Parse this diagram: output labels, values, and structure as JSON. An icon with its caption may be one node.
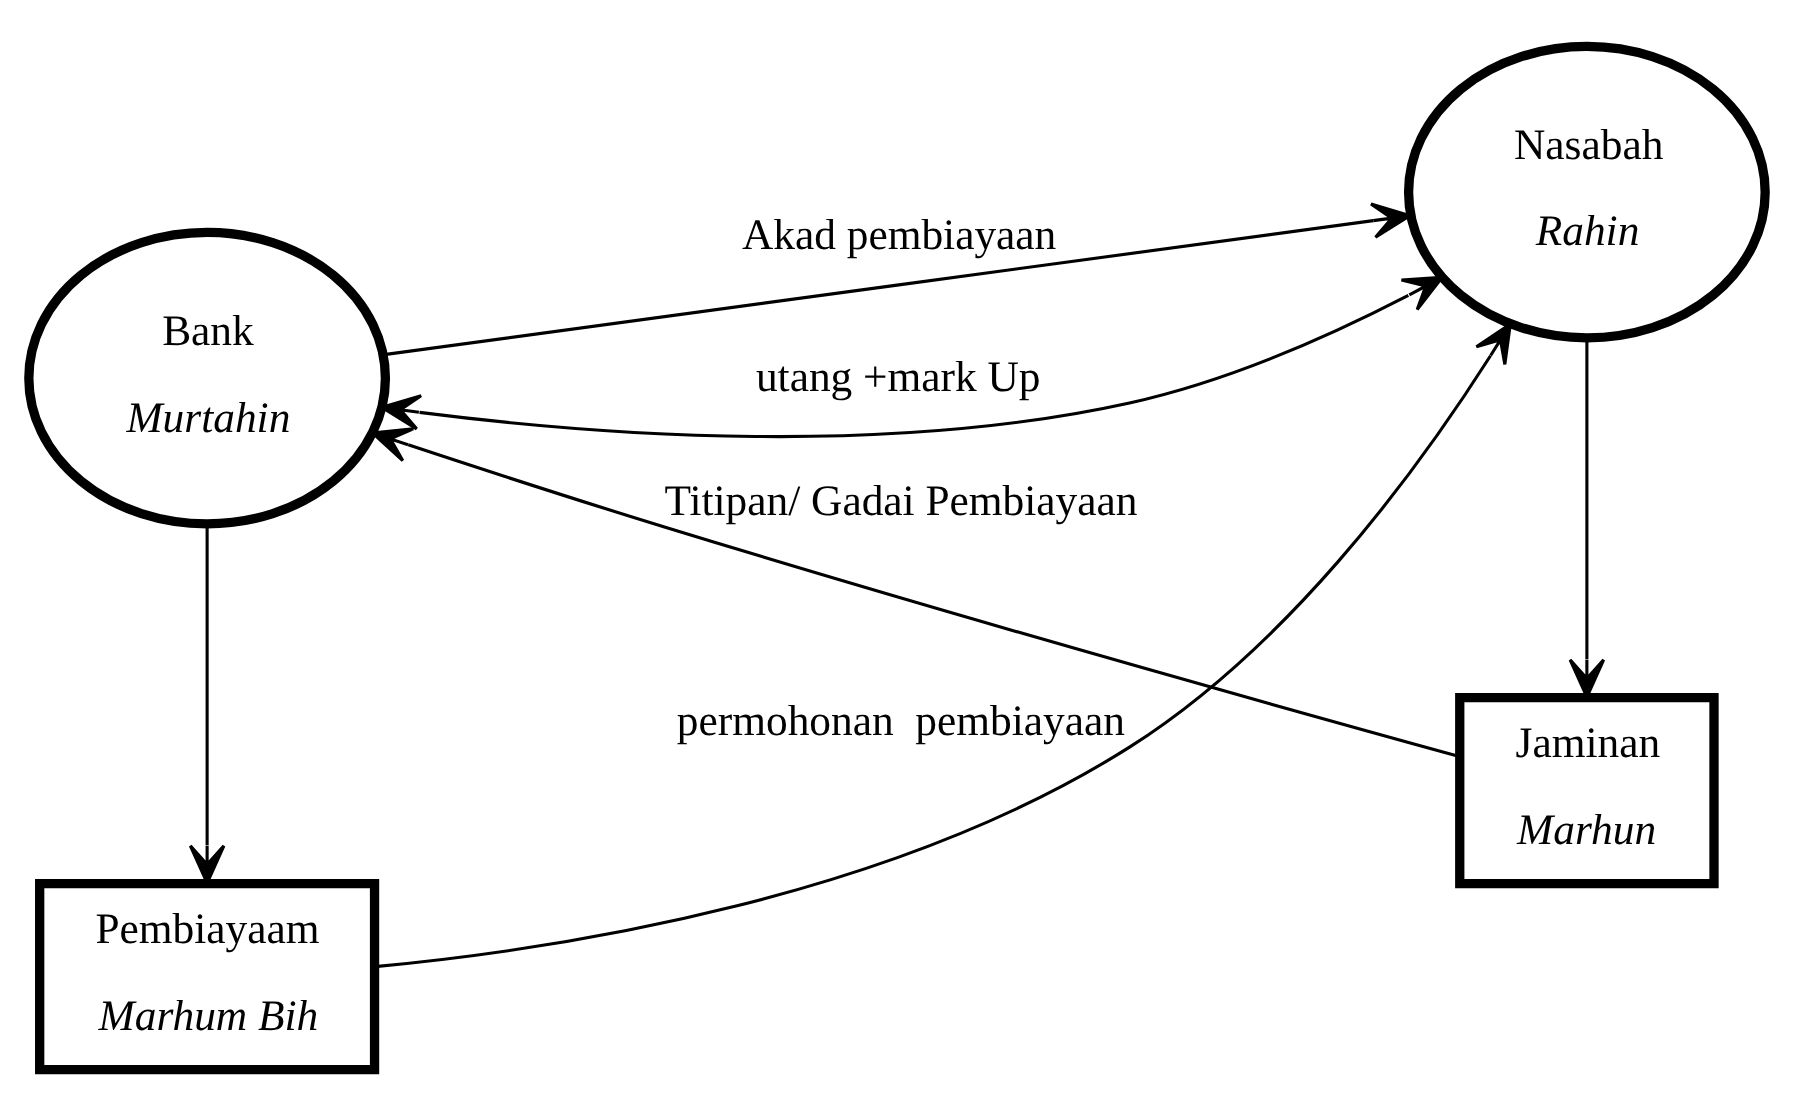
{
  "diagram": {
    "nodes": [
      {
        "text": [
          "Pembiayaam",
          "Marhum Bih"
        ]
      },
      {
        "text": [
          "Bank",
          "Murtahin"
        ]
      },
      {
        "text": [
          "Nasabah",
          "Rahin"
        ]
      },
      {
        "text": [
          "Jaminan",
          "Marhun"
        ]
      }
    ],
    "edges": [
      {
        "from": 1,
        "to": 0,
        "arrow": "to"
      },
      {
        "from": 0,
        "to": 2,
        "arrow": "to",
        "label": "permohonan  pembiayaan"
      },
      {
        "from": 1,
        "to": 2,
        "arrow": "to",
        "label": "Akad pembiayaan"
      },
      {
        "from": 1,
        "to": 2,
        "arrow": "both",
        "label": "utang +mark Up"
      },
      {
        "from": 2,
        "to": 3,
        "arrow": "to"
      },
      {
        "from": 3,
        "to": 1,
        "arrow": "to",
        "label": "Titipan/ Gadai Pembiayaan"
      }
    ]
  }
}
